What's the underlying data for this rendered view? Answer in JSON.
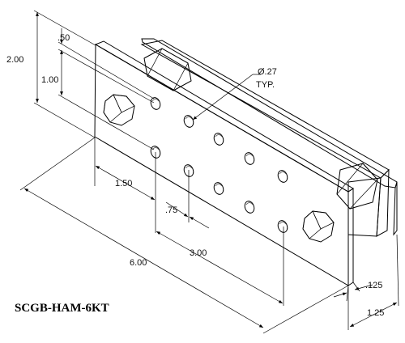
{
  "drawing": {
    "part_number": "SCGB-HAM-6KT",
    "dimensions": {
      "overall_height": "2.00",
      "top_offset": ".50",
      "row_spacing": "1.00",
      "hole_diameter": "Ø.27",
      "hole_note": "TYP.",
      "edge_to_hole": "1.50",
      "hole_pitch": ".75",
      "hole_span": "3.00",
      "overall_length": "6.00",
      "plate_thickness": ".125",
      "overall_depth": "1.25"
    }
  }
}
